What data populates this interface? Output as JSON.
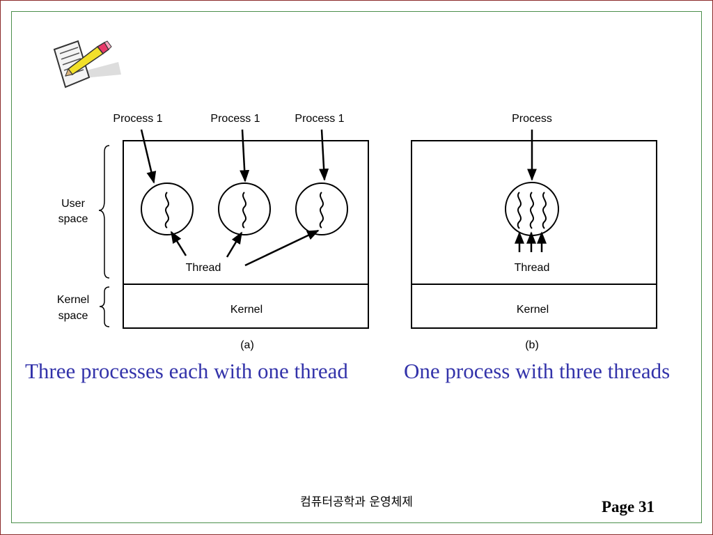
{
  "panel_a": {
    "process_labels": [
      "Process 1",
      "Process 1",
      "Process 1"
    ],
    "user_space_label": [
      "User",
      "space"
    ],
    "kernel_space_label": [
      "Kernel",
      "space"
    ],
    "thread_label": "Thread",
    "kernel_label": "Kernel",
    "tag": "(a)",
    "caption": "Three processes each with one thread"
  },
  "panel_b": {
    "process_label": "Process",
    "thread_label": "Thread",
    "kernel_label": "Kernel",
    "tag": "(b)",
    "caption": "One process with three threads"
  },
  "footer": {
    "department": "컴퓨터공학과 운영체제",
    "page_label": "Page 31"
  },
  "icons": {
    "clipart": "notepad-pencil-icon"
  },
  "colors": {
    "caption": "#3333aa",
    "outer_border": "#8b2a2a",
    "inner_border": "#4b8f4b"
  }
}
